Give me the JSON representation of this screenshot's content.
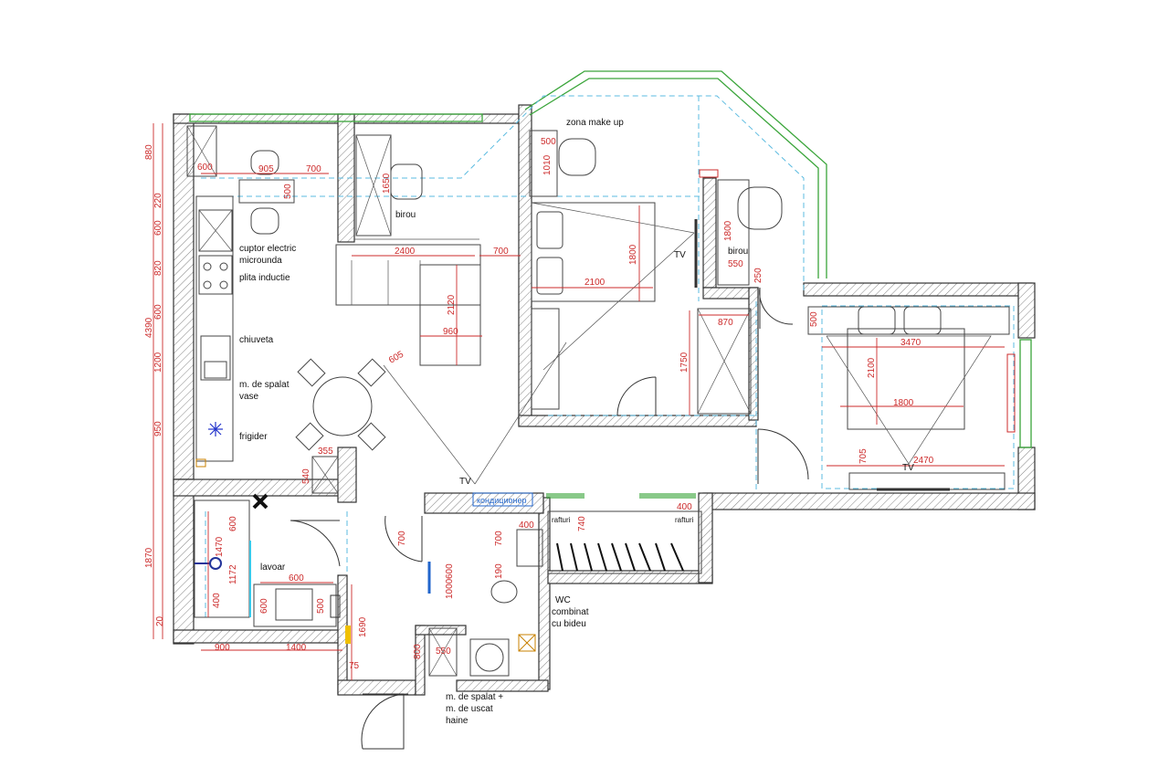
{
  "labels": {
    "zona_make_up": "zona make up",
    "birou1": "birou",
    "birou2": "birou",
    "cuptor1": "cuptor electric",
    "cuptor2": "microunda",
    "plita": "plita inductie",
    "chiuveta": "chiuveta",
    "mspalat_vase1": "m. de spalat",
    "mspalat_vase2": "vase",
    "frigider": "frigider",
    "lavoar": "lavoar",
    "tv_bedroom": "TV",
    "tv_center": "TV",
    "tv_room2": "TV",
    "conditioner": "кондиционер",
    "rafturi1": "rafturi",
    "rafturi2": "rafturi",
    "wc1": "WC",
    "wc2": "combinat",
    "wc3": "cu bideu",
    "ms1": "m. de spalat +",
    "ms2": "m. de uscat",
    "ms3": "haine"
  },
  "dims": {
    "d880": "880",
    "d220": "220",
    "d600a": "600",
    "d820": "820",
    "d4390": "4390",
    "d600b": "600",
    "d1200": "1200",
    "d950": "950",
    "d600top": "600",
    "d905": "905",
    "d700a": "700",
    "d500a": "500",
    "d1650": "1650",
    "d2400": "2400",
    "d700b": "700",
    "d2120": "2120",
    "d960": "960",
    "d605": "605",
    "d355": "355",
    "d540": "540",
    "d1870": "1870",
    "d1470": "1470",
    "d600c": "600",
    "d1172": "1172",
    "d400a": "400",
    "d20": "20",
    "d600d": "600",
    "d600e": "600",
    "d500b": "500",
    "d900": "900",
    "d1400": "1400",
    "d1690": "1690",
    "d75": "75",
    "d700c": "700",
    "d600f": "600",
    "d1000": "1000",
    "d800": "800",
    "d550": "550",
    "d700d": "700",
    "d190": "190",
    "d400b": "400",
    "d740": "740",
    "d400c": "400",
    "d500c": "500",
    "d1010": "1010",
    "d1800a": "1800",
    "d2100a": "2100",
    "d1750": "1750",
    "d870": "870",
    "d1800b": "1800",
    "d550b": "550",
    "d250": "250",
    "d500d": "500",
    "d3470": "3470",
    "d2100b": "2100",
    "d1800c": "1800",
    "d705": "705",
    "d2470": "2470"
  },
  "colors": {
    "dimension": "#cc2b2b",
    "window": "#3aa53a",
    "ceiling": "#5bbbe0",
    "wall": "#333333"
  }
}
